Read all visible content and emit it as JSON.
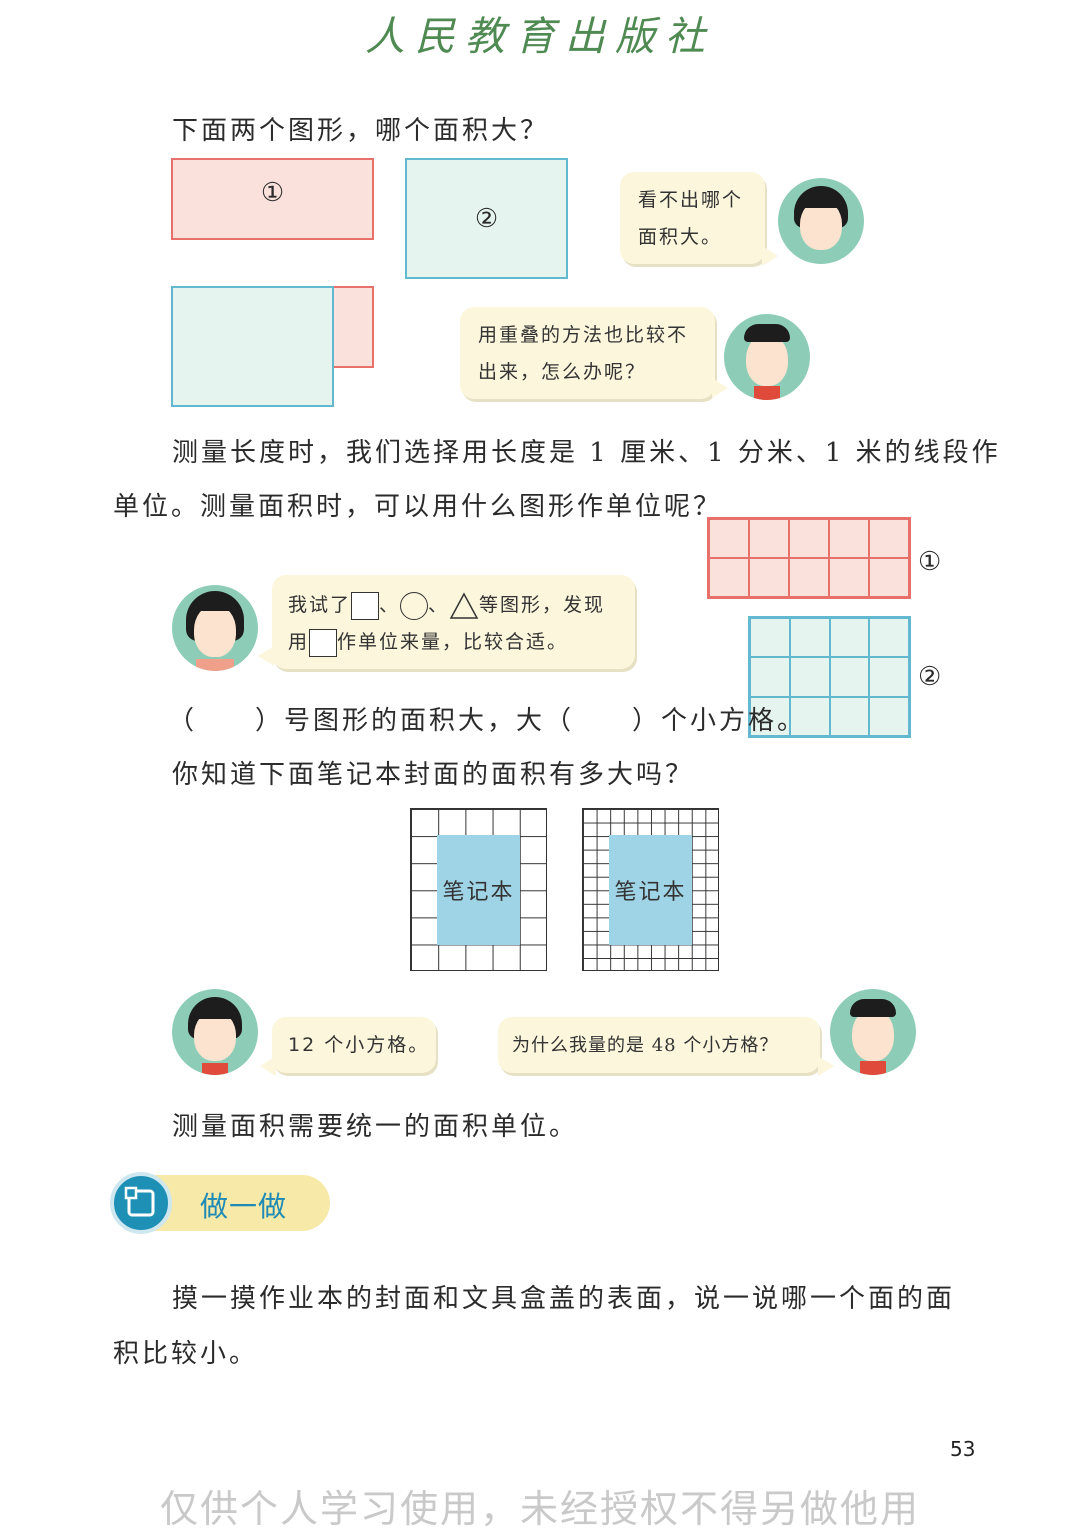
{
  "header": {
    "publisher": "人民教育出版社"
  },
  "question1": "下面两个图形，哪个面积大？",
  "shapes": {
    "label1": "①",
    "label2": "②"
  },
  "bubbles": {
    "girl1": "看不出哪个面积大。",
    "girl1_line1": "看不出哪个",
    "girl1_line2": "面积大。",
    "boy1_line1": "用重叠的方法也比较不",
    "boy1_line2": "出来，怎么办呢？",
    "girl2_a": "我试了",
    "girl2_sep1": "、",
    "girl2_sep2": "、",
    "girl2_b": "等图形，发现",
    "girl2_c": "用",
    "girl2_d": "作单位来量，比较合适。",
    "girl3": "12 个小方格。",
    "boy2": "为什么我量的是 48 个小方格？"
  },
  "paragraph1_line1": "测量长度时，我们选择用长度是 1 厘米、1 分米、1 米的线段作",
  "paragraph1_line2": "单位。测量面积时，可以用什么图形作单位呢？",
  "grid_labels": {
    "g1": "①",
    "g2": "②"
  },
  "fill_blank": "（　　）号图形的面积大，大（　　）个小方格。",
  "question2": "你知道下面笔记本封面的面积有多大吗？",
  "notebook_label": "笔记本",
  "conclusion": "测量面积需要统一的面积单位。",
  "section_title": "做一做",
  "exercise_line1": "摸一摸作业本的封面和文具盒盖的表面，说一说哪一个面的面",
  "exercise_line2": "积比较小。",
  "page_number": "53",
  "watermark": "仅供个人学习使用，未经授权不得另做他用"
}
